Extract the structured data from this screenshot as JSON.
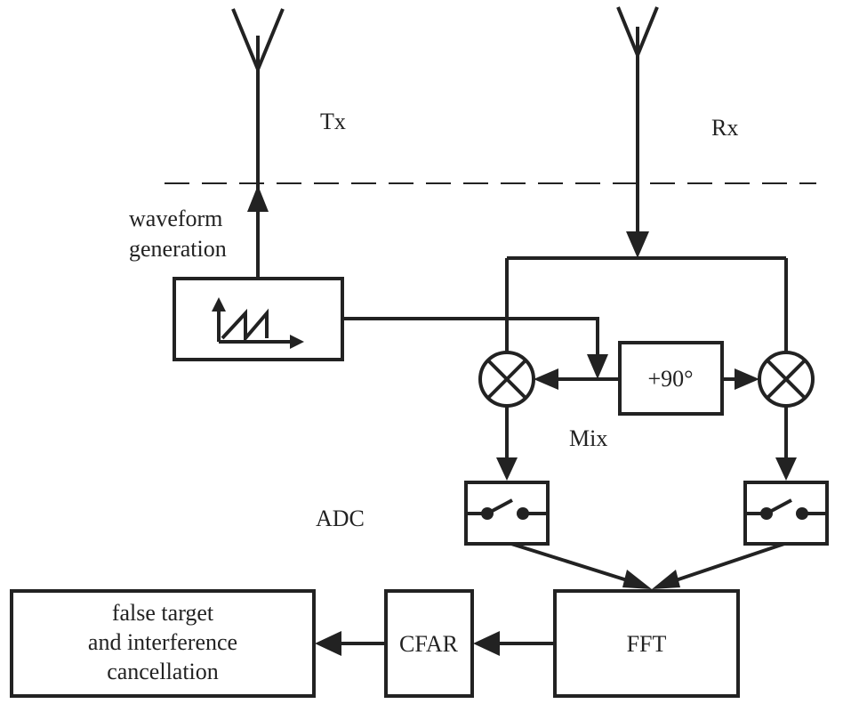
{
  "labels": {
    "tx": "Tx",
    "rx": "Rx",
    "waveform_line1": "waveform",
    "waveform_line2": "generation",
    "phase_shift": "+90°",
    "mix": "Mix",
    "adc": "ADC",
    "fft": "FFT",
    "cfar": "CFAR",
    "cancel_line1": "false target",
    "cancel_line2": "and interference",
    "cancel_line3": "cancellation"
  },
  "colors": {
    "line": "#222222",
    "background": "#ffffff"
  },
  "icons": {
    "tx_antenna": "antenna-icon",
    "rx_antenna": "antenna-icon",
    "mixer": "multiplier-icon",
    "adc_switch": "switch-icon",
    "waveform": "sawtooth-icon"
  }
}
